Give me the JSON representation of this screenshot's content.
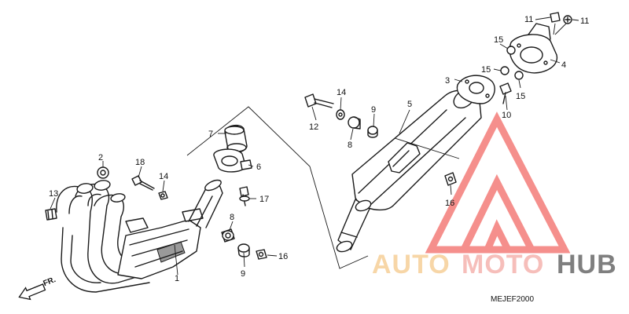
{
  "diagram_code": "MEJEF2000",
  "direction_label": "FR.",
  "watermark": {
    "word_1": "AUTO",
    "word_2": "MOTO",
    "word_3": "HUB",
    "color_1": "#f5c98a",
    "color_2": "#f4a9a4",
    "color_3": "#555555",
    "triangle_color": "#f26a66"
  },
  "callouts": [
    {
      "id": "c1",
      "label": "1"
    },
    {
      "id": "c2",
      "label": "2"
    },
    {
      "id": "c3",
      "label": "3"
    },
    {
      "id": "c4",
      "label": "4"
    },
    {
      "id": "c5",
      "label": "5"
    },
    {
      "id": "c6",
      "label": "6"
    },
    {
      "id": "c7",
      "label": "7"
    },
    {
      "id": "c8a",
      "label": "8"
    },
    {
      "id": "c8b",
      "label": "8"
    },
    {
      "id": "c9a",
      "label": "9"
    },
    {
      "id": "c9b",
      "label": "9"
    },
    {
      "id": "c10",
      "label": "10"
    },
    {
      "id": "c11a",
      "label": "11"
    },
    {
      "id": "c11b",
      "label": "11"
    },
    {
      "id": "c12",
      "label": "12"
    },
    {
      "id": "c13",
      "label": "13"
    },
    {
      "id": "c14a",
      "label": "14"
    },
    {
      "id": "c14b",
      "label": "14"
    },
    {
      "id": "c15a",
      "label": "15"
    },
    {
      "id": "c15b",
      "label": "15"
    },
    {
      "id": "c15c",
      "label": "15"
    },
    {
      "id": "c16a",
      "label": "16"
    },
    {
      "id": "c16b",
      "label": "16"
    },
    {
      "id": "c17",
      "label": "17"
    },
    {
      "id": "c18",
      "label": "18"
    }
  ]
}
